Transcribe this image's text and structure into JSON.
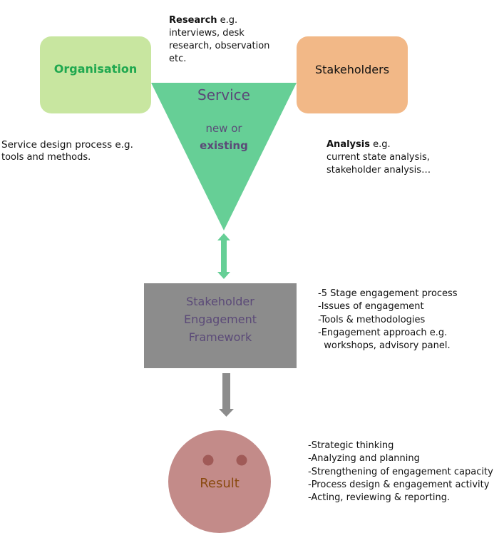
{
  "colors": {
    "organisation_fill": "#c8e6a0",
    "organisation_text": "#1fa84f",
    "stakeholders_fill": "#f2b887",
    "service_fill": "#66cf96",
    "service_text": "#5b4a78",
    "framework_fill": "#8c8c8c",
    "framework_text": "#5b4a78",
    "result_fill": "#c38b89",
    "result_eyes": "#a05a57",
    "result_text": "#8a4a10",
    "arrow_gray": "#8c8c8c"
  },
  "nodes": {
    "organisation": "Organisation",
    "stakeholders": "Stakeholders",
    "service": {
      "title": "Service",
      "line1": "new or",
      "line2": "existing"
    },
    "framework": {
      "line1": "Stakeholder",
      "line2": "Engagement",
      "line3": "Framework"
    },
    "result": "Result"
  },
  "notes": {
    "research": {
      "bold": "Research",
      "rest": " e.g.",
      "lines": [
        "interviews, desk",
        "research, observation",
        "etc."
      ]
    },
    "analysis": {
      "bold": "Analysis",
      "rest": " e.g.",
      "lines": [
        "current state analysis,",
        "stakeholder analysis…"
      ]
    },
    "service_design": {
      "line1": "Service design process e.g.",
      "line2": "tools and methods."
    }
  },
  "framework_items": [
    "-5 Stage engagement process",
    "-Issues of engagement",
    "-Tools & methodologies",
    "-Engagement approach e.g.",
    "  workshops, advisory panel."
  ],
  "result_items": [
    "-Strategic thinking",
    "-Analyzing and planning",
    "-Strengthening of engagement capacity",
    "-Process design & engagement activity",
    "-Acting, reviewing & reporting."
  ]
}
